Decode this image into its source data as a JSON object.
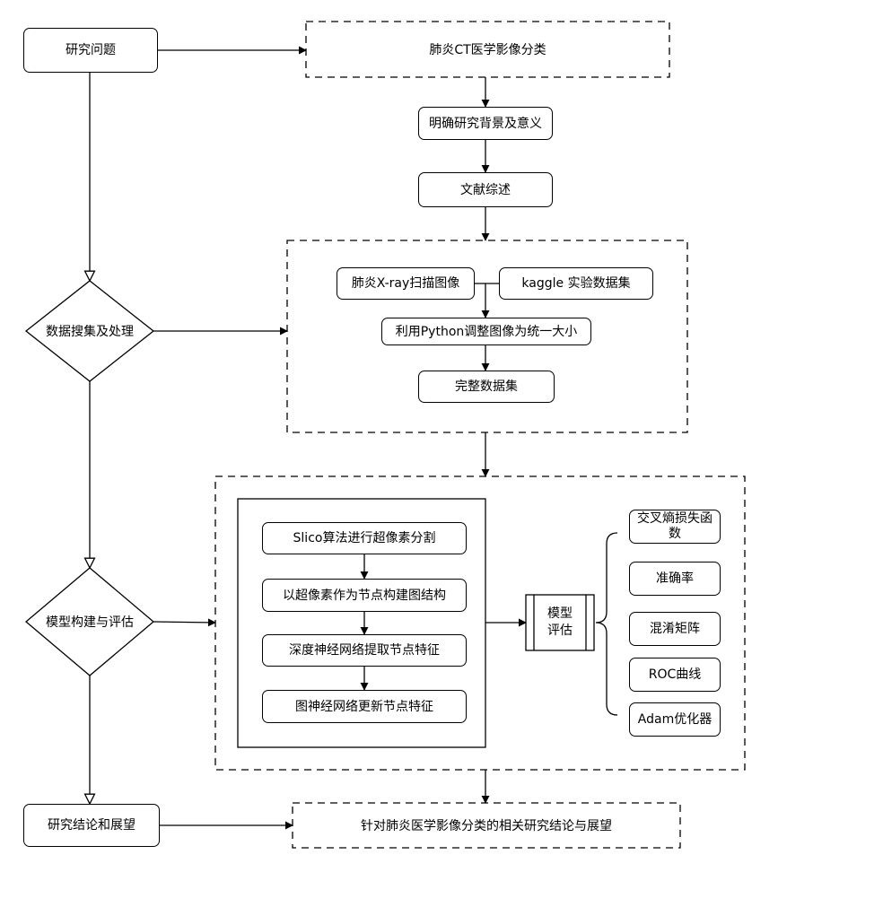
{
  "left_flow": {
    "research_question": "研究问题",
    "data_collection": "数据搜集及处理",
    "model_build": "模型构建与评估",
    "conclusion": "研究结论和展望"
  },
  "topic_section": {
    "topic": "肺炎CT医学影像分类",
    "background": "明确研究背景及意义",
    "literature": "文献综述"
  },
  "data_section": {
    "xray": "肺炎X-ray扫描图像",
    "kaggle": "kaggle 实验数据集",
    "resize": "利用Python调整图像为统一大小",
    "full_dataset": "完整数据集"
  },
  "model_section": {
    "steps": [
      "Slico算法进行超像素分割",
      "以超像素作为节点构建图结构",
      "深度神经网络提取节点特征",
      "图神经网络更新节点特征"
    ],
    "evaluation": "模型\n评估",
    "metrics": [
      "交叉熵损失函数",
      "准确率",
      "混淆矩阵",
      "ROC曲线",
      "Adam优化器"
    ]
  },
  "conclusion_section": {
    "text": "针对肺炎医学影像分类的相关研究结论与展望"
  }
}
